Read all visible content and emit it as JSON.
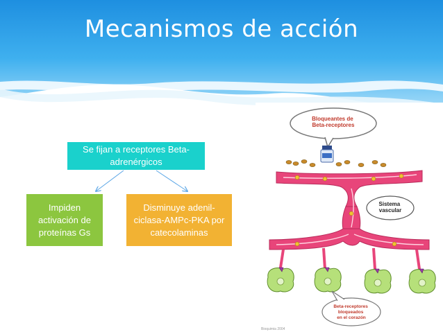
{
  "slide": {
    "title": "Mecanismos de acción"
  },
  "concept_map": {
    "top_box": "Se fijan a receptores Beta-adrenérgicos",
    "left_box": "Impiden activación de proteínas Gs",
    "right_box": "Disminuye adenil-ciclasa-AMPc-PKA por catecolaminas"
  },
  "illustration": {
    "bubble_label": "Bloqueantes de Beta-receptores",
    "system_label": "Sistema vascular",
    "bottom_label": "Beta-receptores bloqueados en el corazón",
    "credit": "Bioquimia 2004"
  },
  "colors": {
    "header_blue": "#1e8fe0",
    "teal_box": "#1ad1cc",
    "green_box": "#8cc63f",
    "orange_box": "#f2b233",
    "vessel_pink": "#e8457a",
    "cell_green": "#b6e07a"
  }
}
